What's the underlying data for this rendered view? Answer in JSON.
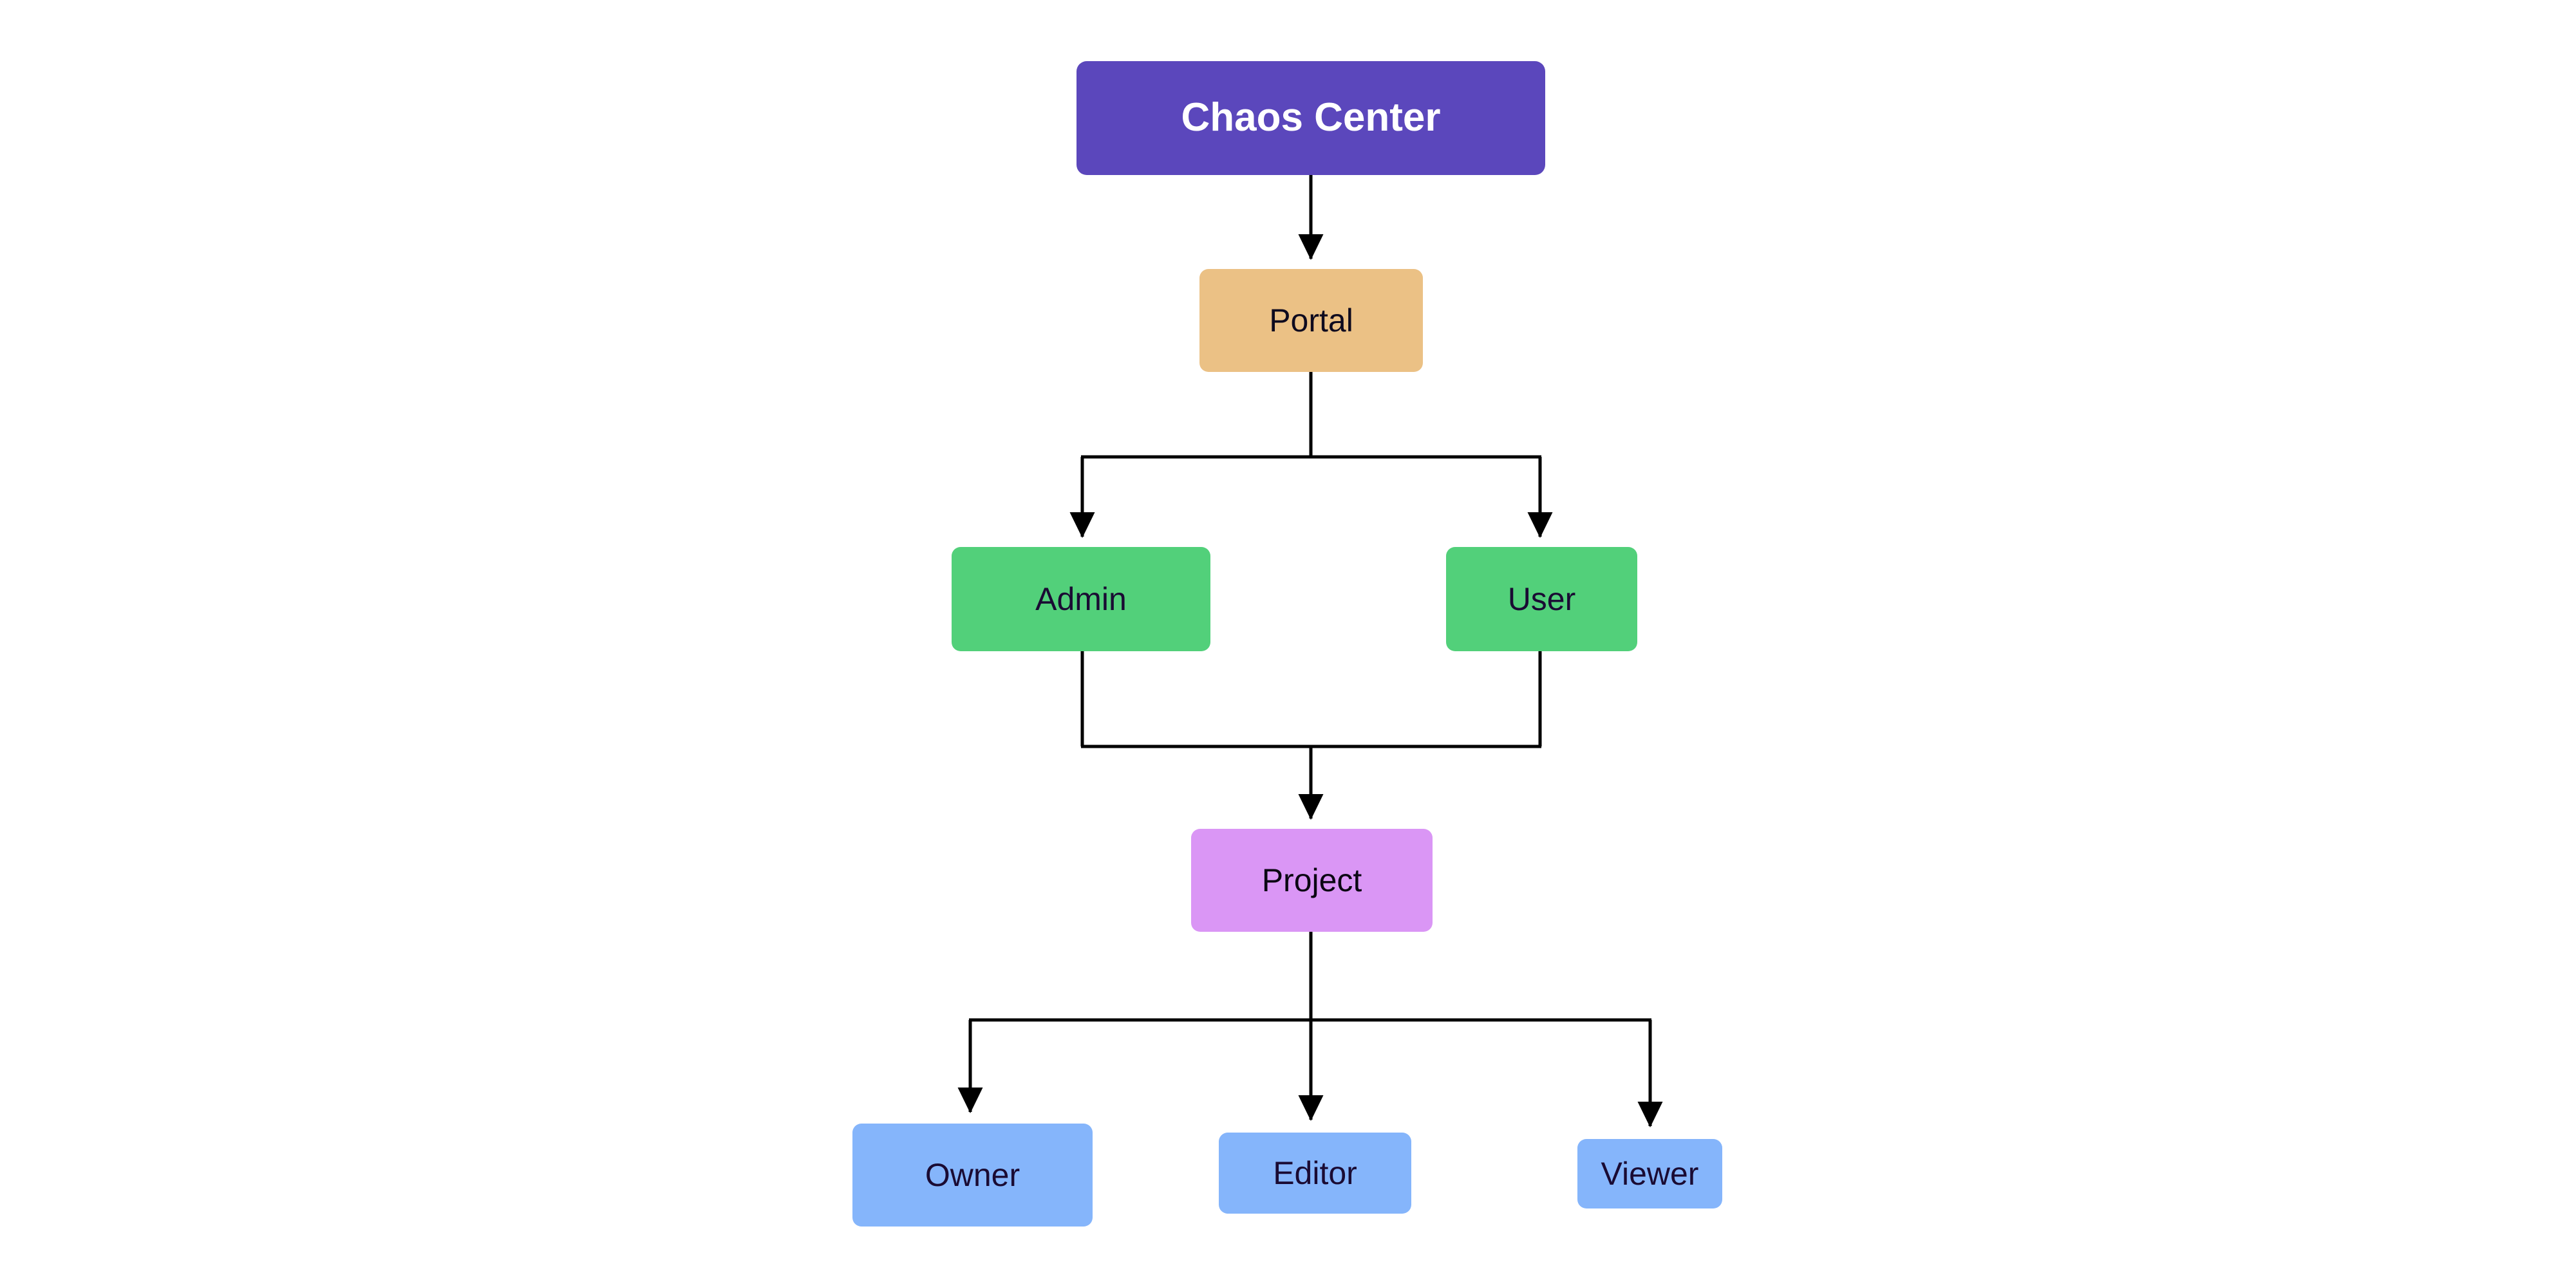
{
  "diagram": {
    "title": "Chaos Center access hierarchy",
    "type": "flowchart",
    "direction": "top-down",
    "background_color": "#FFFFFF",
    "edge_color": "#000000",
    "nodes": [
      {
        "id": "chaos-center",
        "label": "Chaos Center",
        "fill": "#5B47BC",
        "text_color": "#FFFFFF",
        "level": 0
      },
      {
        "id": "portal",
        "label": "Portal",
        "fill": "#EBC185",
        "text_color": "#0E0A1E",
        "level": 1
      },
      {
        "id": "admin",
        "label": "Admin",
        "fill": "#52D07A",
        "text_color": "#1A0B33",
        "level": 2
      },
      {
        "id": "user",
        "label": "User",
        "fill": "#52D07A",
        "text_color": "#1A0B33",
        "level": 2
      },
      {
        "id": "project",
        "label": "Project",
        "fill": "#DA96F5",
        "text_color": "#0B0713",
        "level": 3
      },
      {
        "id": "owner",
        "label": "Owner",
        "fill": "#85B5FB",
        "text_color": "#1A0B33",
        "level": 4
      },
      {
        "id": "editor",
        "label": "Editor",
        "fill": "#85B5FB",
        "text_color": "#1A0B33",
        "level": 4
      },
      {
        "id": "viewer",
        "label": "Viewer",
        "fill": "#85B5FB",
        "text_color": "#1A0B33",
        "level": 4
      }
    ],
    "edges": [
      {
        "from": "chaos-center",
        "to": "portal",
        "arrow": true
      },
      {
        "from": "portal",
        "to": "admin",
        "arrow": true
      },
      {
        "from": "portal",
        "to": "user",
        "arrow": true
      },
      {
        "from": "admin",
        "to": "project",
        "arrow": true
      },
      {
        "from": "user",
        "to": "project",
        "arrow": true
      },
      {
        "from": "project",
        "to": "owner",
        "arrow": true
      },
      {
        "from": "project",
        "to": "editor",
        "arrow": true
      },
      {
        "from": "project",
        "to": "viewer",
        "arrow": true
      }
    ]
  }
}
